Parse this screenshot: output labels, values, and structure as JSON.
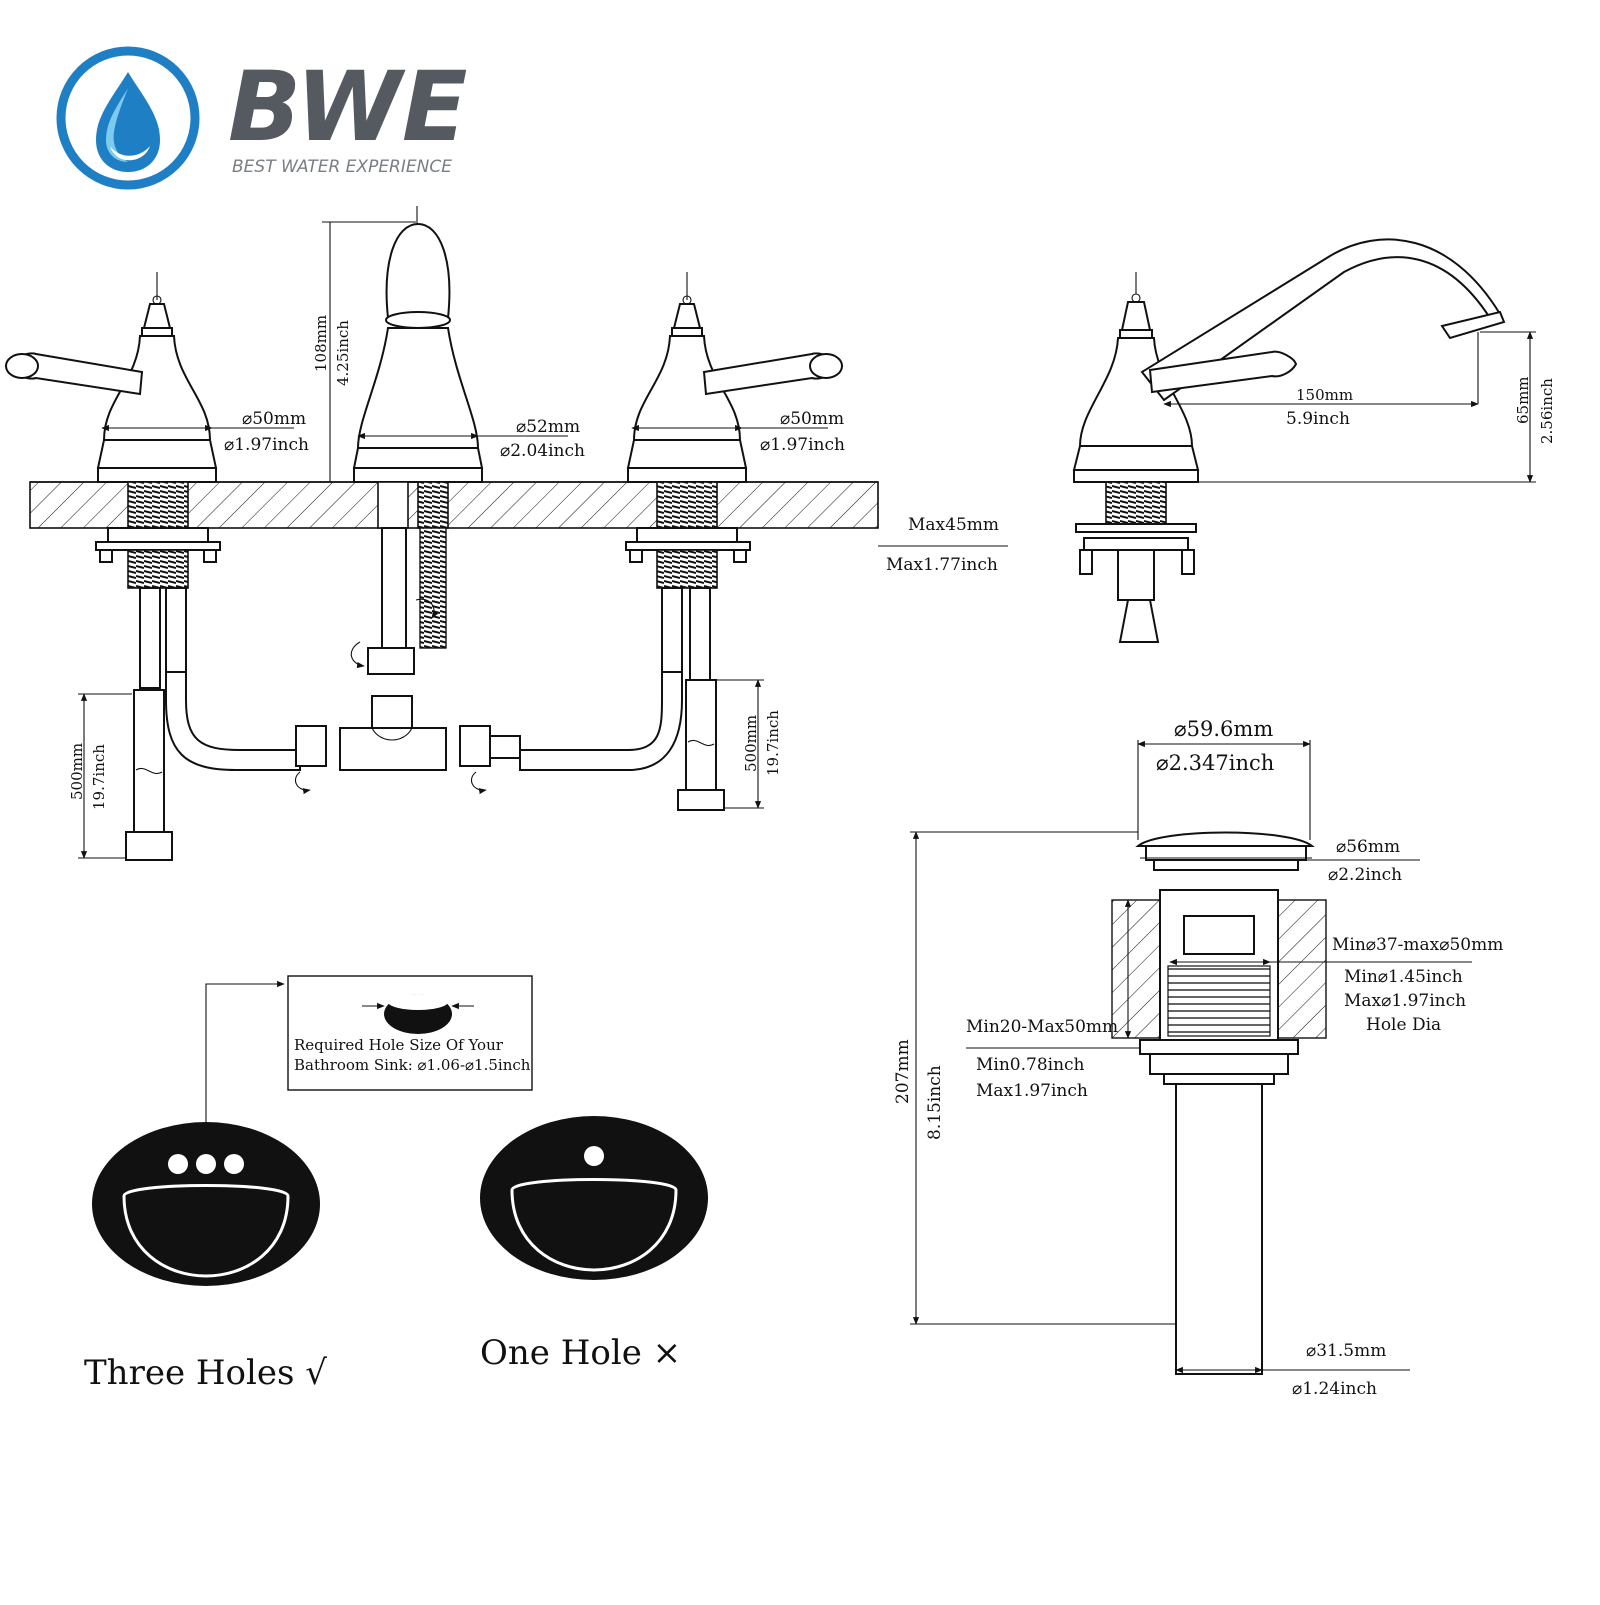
{
  "brand": {
    "name": "BWE",
    "tagline": "BEST WATER EXPERIENCE",
    "colors": {
      "primary": "#1f7fc4",
      "light": "#55b4e4",
      "text": "#555a60"
    }
  },
  "faucet_front": {
    "left_handle_base_mm": "⌀50mm",
    "left_handle_base_inch": "⌀1.97inch",
    "spout_height_mm": "108mm",
    "spout_height_inch": "4.25inch",
    "spout_base_mm": "⌀52mm",
    "spout_base_inch": "⌀2.04inch",
    "right_handle_base_mm": "⌀50mm",
    "right_handle_base_inch": "⌀1.97inch",
    "deck_max_mm": "Max45mm",
    "deck_max_inch": "Max1.77inch",
    "left_hose_mm": "500mm",
    "left_hose_inch": "19.7inch",
    "right_hose_mm": "500mm",
    "right_hose_inch": "19.7inch"
  },
  "faucet_side": {
    "reach_mm": "150mm",
    "reach_inch": "5.9inch",
    "spout_height_mm": "65mm",
    "spout_height_inch": "2.56inch"
  },
  "hole_note": {
    "line1": "Required Hole Size Of Your",
    "line2": "Bathroom Sink: ⌀1.06-⌀1.5inch"
  },
  "sinks": {
    "three_holes": "Three Holes √",
    "one_hole": "One Hole ×"
  },
  "drain": {
    "cap_mm": "⌀59.6mm",
    "cap_inch": "⌀2.347inch",
    "flange_mm": "⌀56mm",
    "flange_inch": "⌀2.2inch",
    "hole_mm": "Min⌀37-max⌀50mm",
    "hole_inch_min": "Min⌀1.45inch",
    "hole_inch_max": "Max⌀1.97inch",
    "hole_label": "Hole Dia",
    "thickness_mm": "Min20-Max50mm",
    "thickness_inch_min": "Min0.78inch",
    "thickness_inch_max": "Max1.97inch",
    "height_mm": "207mm",
    "height_inch": "8.15inch",
    "pipe_mm": "⌀31.5mm",
    "pipe_inch": "⌀1.24inch"
  }
}
